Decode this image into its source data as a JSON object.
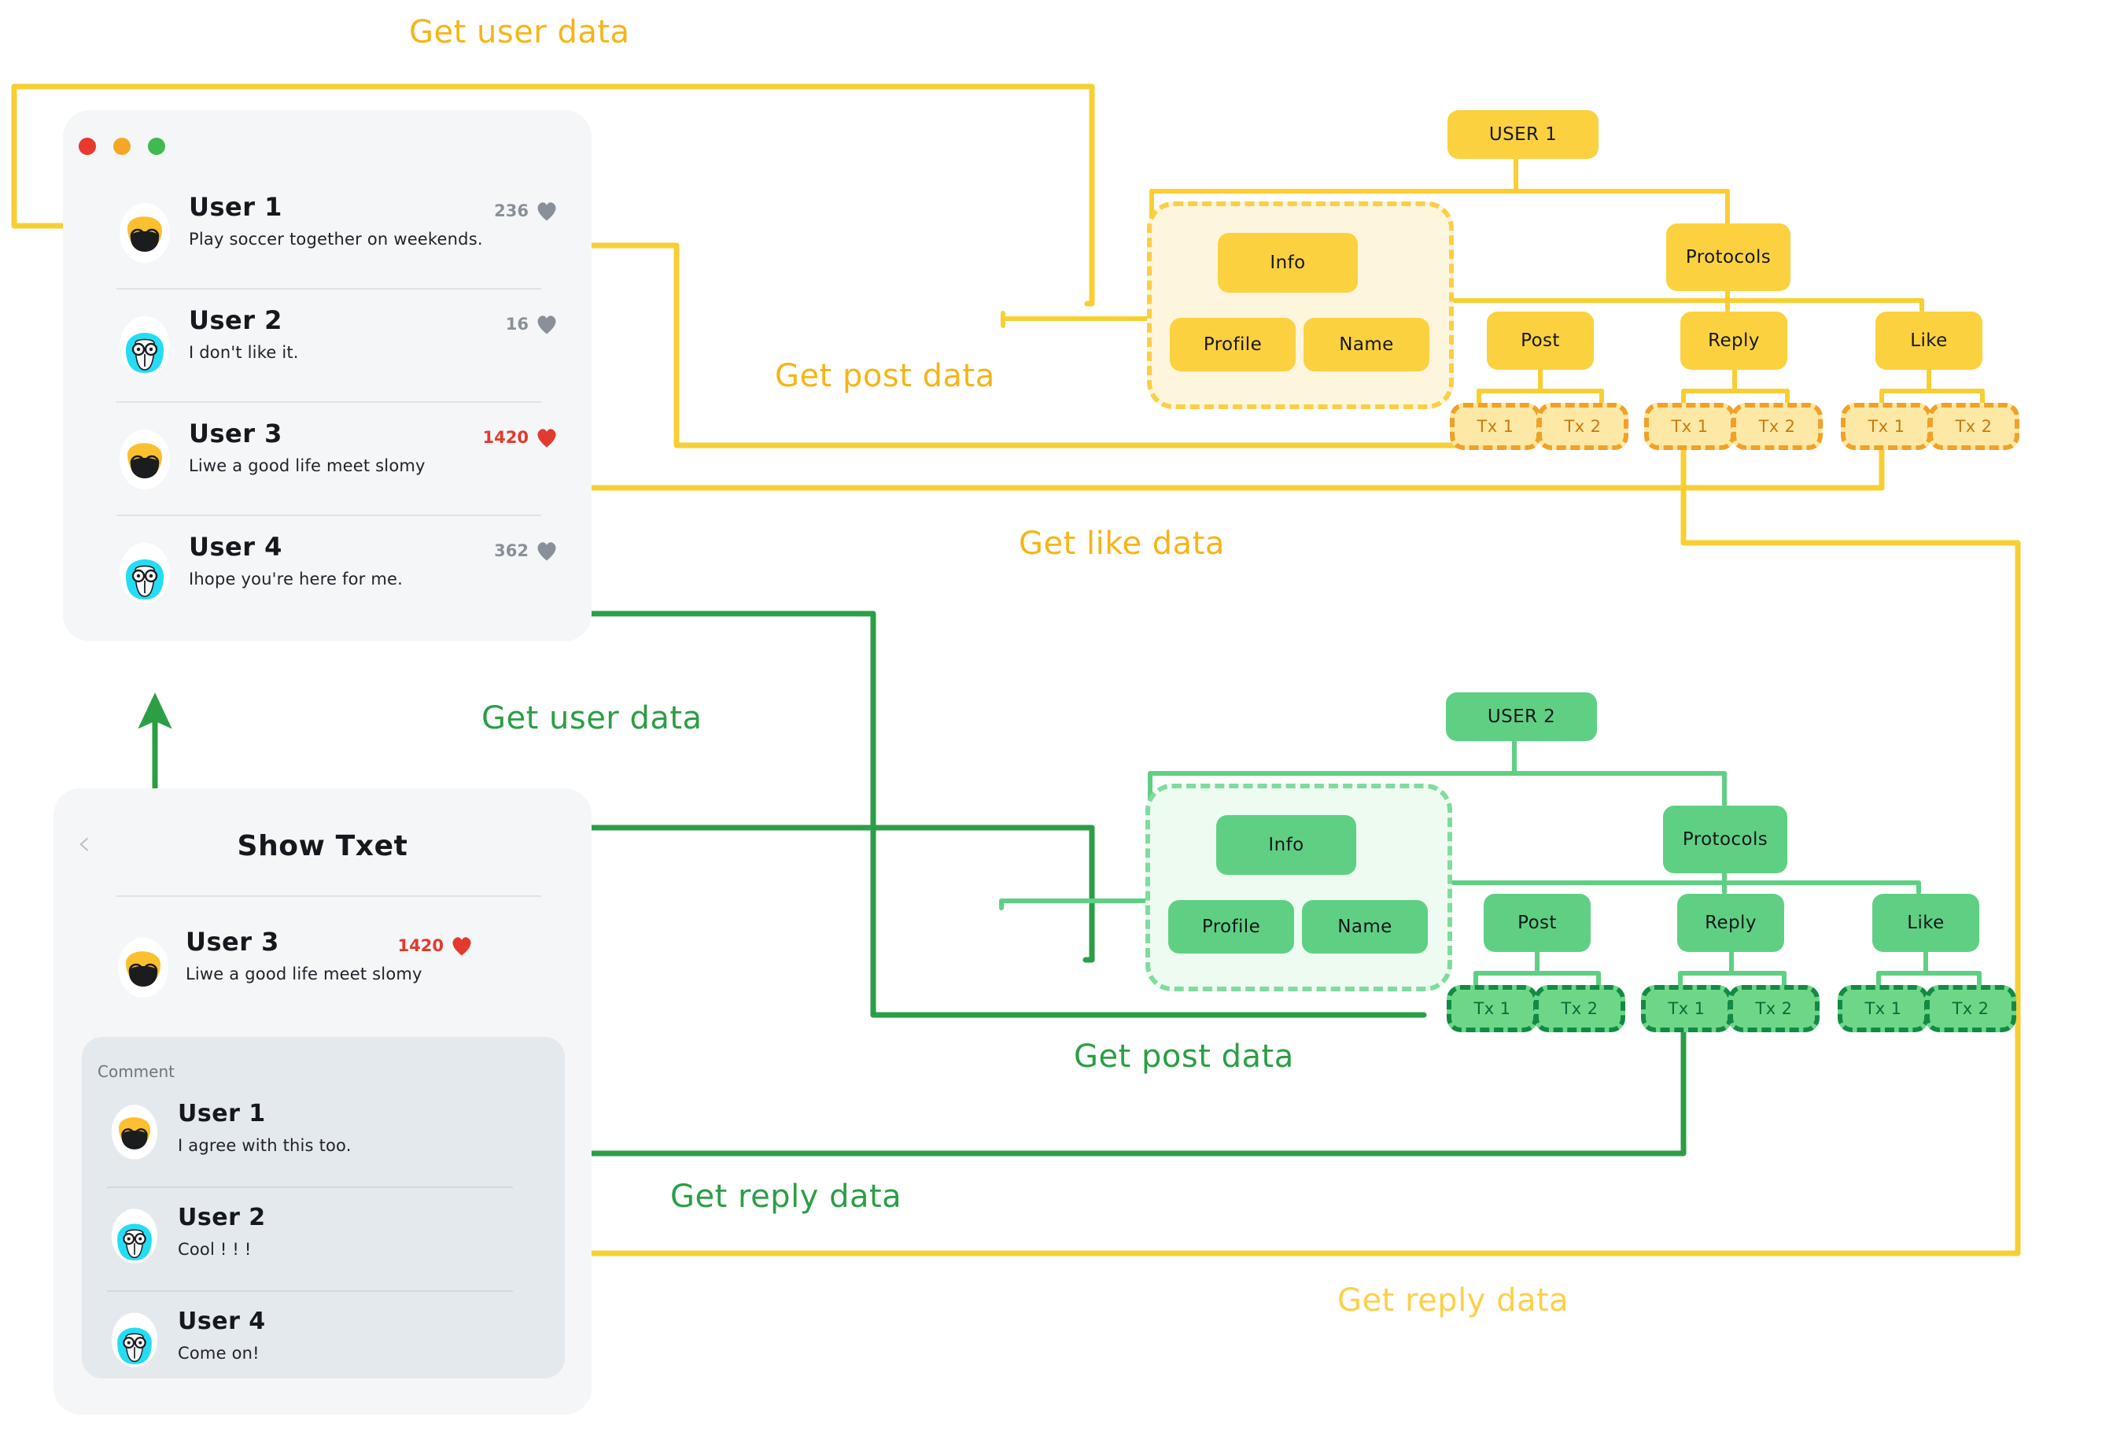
{
  "colors": {
    "yellow_line": "#f8cf33",
    "yellow_label": "#f5b517",
    "yellow_label_light": "#fcd04a",
    "yellow_node": "#fcd13f",
    "yellow_tx_fill": "#fde9a5",
    "yellow_tx_border": "#f0a128",
    "green_line": "#2b9e46",
    "green_label": "#2b9e46",
    "green_node": "#5fd083",
    "green_tx_fill": "#6ed787",
    "green_tx_border": "#128a45",
    "card_bg": "#f4f6f8",
    "comment_bg": "#e4e9ee",
    "heart_grey": "#8a9099",
    "heart_red": "#e23b2e"
  },
  "feed_card": {
    "window_dots": [
      "close-dot",
      "minimize-dot",
      "maximize-dot"
    ],
    "posts": [
      {
        "user": "User 1",
        "text": "Play soccer together on weekends.",
        "likes": "236",
        "liked": false,
        "avatar": "avatar-yellow-beard"
      },
      {
        "user": "User 2",
        "text": "I don't like it.",
        "likes": "16",
        "liked": false,
        "avatar": "avatar-cyan-hair"
      },
      {
        "user": "User 3",
        "text": "Liwe a good life meet slomy",
        "likes": "1420",
        "liked": true,
        "avatar": "avatar-yellow-beard"
      },
      {
        "user": "User 4",
        "text": "Ihope you're here for me.",
        "likes": "362",
        "liked": false,
        "avatar": "avatar-cyan-hair"
      }
    ]
  },
  "detail_card": {
    "back_label": "‹",
    "title": "Show Txet",
    "post": {
      "user": "User 3",
      "text": "Liwe a good life meet slomy",
      "likes": "1420",
      "liked": true,
      "avatar": "avatar-yellow-beard"
    },
    "comment_header": "Comment",
    "comments": [
      {
        "user": "User 1",
        "text": "I agree with this too.",
        "avatar": "avatar-yellow-beard"
      },
      {
        "user": "User 2",
        "text": "Cool ! ! !",
        "avatar": "avatar-cyan-hair"
      },
      {
        "user": "User 4",
        "text": "Come on!",
        "avatar": "avatar-cyan-hair"
      }
    ]
  },
  "tree_user1": {
    "root": "USER 1",
    "info": "Info",
    "info_children": [
      "Profile",
      "Name"
    ],
    "protocols": "Protocols",
    "protocol_children": [
      "Post",
      "Reply",
      "Like"
    ],
    "tx_labels": [
      "Tx 1",
      "Tx 2",
      "Tx 1",
      "Tx 2",
      "Tx 1",
      "Tx 2"
    ]
  },
  "tree_user2": {
    "root": "USER 2",
    "info": "Info",
    "info_children": [
      "Profile",
      "Name"
    ],
    "protocols": "Protocols",
    "protocol_children": [
      "Post",
      "Reply",
      "Like"
    ],
    "tx_labels": [
      "Tx 1",
      "Tx 2",
      "Tx 1",
      "Tx 2",
      "Tx 1",
      "Tx 2"
    ]
  },
  "flow_labels": {
    "get_user_data_top": "Get user data",
    "get_post_data_top": "Get post data",
    "get_like_data": "Get like data",
    "get_user_data_mid": "Get user data",
    "get_post_data_bottom": "Get post data",
    "get_reply_data_green": "Get reply data",
    "get_reply_data_yellow": "Get reply data"
  }
}
